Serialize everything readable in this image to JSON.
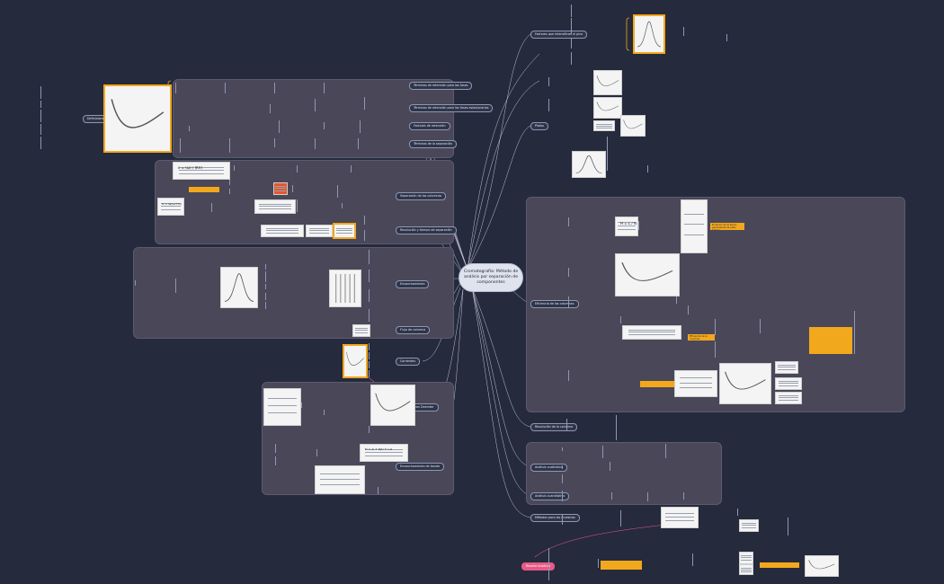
{
  "center": {
    "title": "Cromatografía: Método de análisis por separación de componentes"
  },
  "branches": [
    {
      "id": "b1",
      "label": "Factores que intensifican el pico"
    },
    {
      "id": "b2",
      "label": "Platos"
    },
    {
      "id": "b3",
      "label": "Eficiencia de las columnas"
    },
    {
      "id": "b4",
      "label": "Resolución de la columna"
    },
    {
      "id": "b5",
      "label": "Análisis cualitativo"
    },
    {
      "id": "b6",
      "label": "Análisis cuantitativo"
    },
    {
      "id": "b7",
      "label": "Métodos para las muestras"
    },
    {
      "id": "b8",
      "label": "Reseña histórica"
    },
    {
      "id": "b9",
      "label": "Términos de retención para las fases"
    },
    {
      "id": "b10",
      "label": "Términos de retención para las fases estacionarias"
    },
    {
      "id": "b11",
      "label": "Factores de retención"
    },
    {
      "id": "b12",
      "label": "Términos de la separación"
    },
    {
      "id": "b13",
      "label": "Separación de las columnas"
    },
    {
      "id": "b14",
      "label": "Resolución y tiempo de separación"
    },
    {
      "id": "b15",
      "label": "Ensanchamiento"
    },
    {
      "id": "b16",
      "label": "Flujo de columna"
    },
    {
      "id": "b17",
      "label": "Corrientes"
    },
    {
      "id": "b18",
      "label": "Curva de van Deemter"
    },
    {
      "id": "b19",
      "label": "Ensanchamiento de banda"
    }
  ],
  "left_annotation": "Definiciones",
  "formula_labels": {
    "f1": "υ = (ω) / (KV)",
    "f2": "v = ω/(1+k)",
    "f3": "H = L / N",
    "f4": "H = A + B/u + Cu"
  },
  "orange_notes": {
    "n1": "Ecuación de la altura equivalente de plato teórico",
    "n2": "Eficiencia de la columna"
  }
}
